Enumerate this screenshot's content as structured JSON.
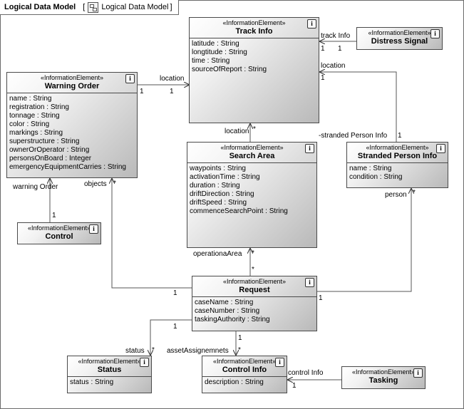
{
  "diagram": {
    "title": "Logical Data Model",
    "breadcrumb": "Logical Data Model"
  },
  "stereotype": "«InformationElement»",
  "info_glyph": "i",
  "classes": {
    "track_info": {
      "name": "Track Info",
      "attributes": [
        {
          "name": "latitude",
          "type": "String"
        },
        {
          "name": "longtitude",
          "type": "String"
        },
        {
          "name": "time",
          "type": "String"
        },
        {
          "name": "sourceOfReport",
          "type": "String"
        }
      ]
    },
    "distress_signal": {
      "name": "Distress Signal",
      "attributes": []
    },
    "warning_order": {
      "name": "Warning Order",
      "attributes": [
        {
          "name": "name",
          "type": "String"
        },
        {
          "name": "registration",
          "type": "String"
        },
        {
          "name": "tonnage",
          "type": "String"
        },
        {
          "name": "color",
          "type": "String"
        },
        {
          "name": "markings",
          "type": "String"
        },
        {
          "name": "superstructure",
          "type": "String"
        },
        {
          "name": "ownerOrOperator",
          "type": "String"
        },
        {
          "name": "personsOnBoard",
          "type": "Integer"
        },
        {
          "name": "emergencyEquipmentCarries",
          "type": "String"
        }
      ]
    },
    "search_area": {
      "name": "Search Area",
      "attributes": [
        {
          "name": "waypoints",
          "type": "String"
        },
        {
          "name": "activationTime",
          "type": "String"
        },
        {
          "name": "duration",
          "type": "String"
        },
        {
          "name": "driftDirection",
          "type": "String"
        },
        {
          "name": "driftSpeed",
          "type": "String"
        },
        {
          "name": "commenceSearchPoint",
          "type": "String"
        }
      ]
    },
    "stranded_person_info": {
      "name": "Stranded Person Info",
      "attributes": [
        {
          "name": "name",
          "type": "String"
        },
        {
          "name": "condition",
          "type": "String"
        }
      ]
    },
    "control": {
      "name": "Control",
      "attributes": []
    },
    "request": {
      "name": "Request",
      "attributes": [
        {
          "name": "caseName",
          "type": "String"
        },
        {
          "name": "caseNumber",
          "type": "String"
        },
        {
          "name": "taskingAuthority",
          "type": "String"
        }
      ]
    },
    "status": {
      "name": "Status",
      "attributes": [
        {
          "name": "status",
          "type": "String"
        }
      ]
    },
    "control_info": {
      "name": "Control Info",
      "attributes": [
        {
          "name": "description",
          "type": "String"
        }
      ]
    },
    "tasking": {
      "name": "Tasking",
      "attributes": []
    }
  },
  "associations": {
    "distress_track": {
      "role": "track Info",
      "near_mult": "1",
      "far_mult": "1"
    },
    "warning_track": {
      "role": "location",
      "near_mult": "1",
      "far_mult": "1"
    },
    "stranded_track": {
      "role": "location",
      "mult": "1"
    },
    "search_track": {
      "role": "location",
      "mult": "*"
    },
    "stranded_search": {
      "role": "-stranded Person Info",
      "mult": "1"
    },
    "control_warning": {
      "role": "warning Order",
      "mult": "1"
    },
    "request_warning": {
      "role": "objects",
      "near_mult": "*",
      "far_mult": "1"
    },
    "request_search": {
      "role": "operationaArea",
      "near_mult": "*",
      "far_mult": "*"
    },
    "request_stranded": {
      "role": "person",
      "near_mult": "*",
      "far_mult": "1"
    },
    "request_status": {
      "role": "status",
      "near_mult": "*",
      "far_mult": "1"
    },
    "request_control_info": {
      "role": "assetAssignemnets",
      "near_mult": "*",
      "far_mult": "1"
    },
    "tasking_control_info": {
      "role": "control Info",
      "mult": "1"
    }
  }
}
